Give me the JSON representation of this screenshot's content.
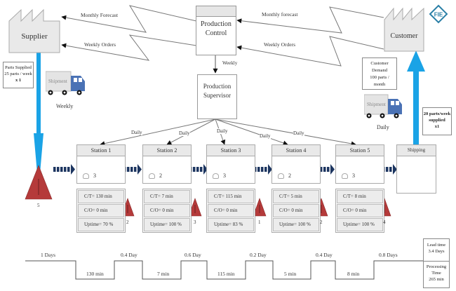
{
  "logo": {
    "text": "FIE",
    "color": "#2a7fa6"
  },
  "supplier": {
    "label": "Supplier"
  },
  "customer": {
    "label": "Customer"
  },
  "production_control": {
    "label_line1": "Production",
    "label_line2": "Control"
  },
  "production_supervisor": {
    "label_line1": "Production",
    "label_line2": "Supervisor"
  },
  "info_flows": {
    "left_monthly": "Monthly Forecast",
    "left_weekly": "Weekly Orders",
    "right_monthly": "Monthly forecast",
    "right_weekly": "Weekly Orders",
    "pc_to_ps": "Weekly",
    "daily_labels": [
      "Daily",
      "Daily",
      "Daily",
      "Daily",
      "Daily"
    ]
  },
  "supplier_note": {
    "line1": "Parts Supplied",
    "line2": "25 parts / week",
    "line3": "x 1"
  },
  "supplier_truck": {
    "label": "Shipment",
    "frequency": "Weekly"
  },
  "customer_note": {
    "line1": "Customer Demand",
    "line2": "100 parts /",
    "line3": "month"
  },
  "customer_truck": {
    "label": "Shipment",
    "frequency": "Daily"
  },
  "shipping_note": {
    "line1": "20 parts/week",
    "line2": "supplied",
    "line3": "x1"
  },
  "raw_inventory": {
    "count": "5"
  },
  "stations": [
    {
      "name": "Station 1",
      "operators": "3",
      "ct": "C/T=  130 min",
      "co": "C/O= 0 min",
      "uptime": "Uptime=  70 %",
      "inventory_after": "2"
    },
    {
      "name": "Station 2",
      "operators": "2",
      "ct": "C/T= 7 min",
      "co": "C/O= 0 min",
      "uptime": "Uptime=  100 %",
      "inventory_after": "3"
    },
    {
      "name": "Station 3",
      "operators": "3",
      "ct": "C/T= 115 min",
      "co": "C/O= 0 min",
      "uptime": "Uptime= 83 %",
      "inventory_after": "1"
    },
    {
      "name": "Station 4",
      "operators": "2",
      "ct": "C/T= 5 min",
      "co": "C/O= 0 min",
      "uptime": "Uptime= 100 %",
      "inventory_after": "2"
    },
    {
      "name": "Station 5",
      "operators": "3",
      "ct": "C/T=  8 min",
      "co": "C/O=  0 min",
      "uptime": "Uptime=  100 %",
      "inventory_after": "4"
    }
  ],
  "shipping": {
    "label": "Shipping"
  },
  "timeline": {
    "waits": [
      "1 Days",
      "0.4 Day",
      "0.6 Day",
      "0.2 Day",
      "0.4 Day",
      "0.8 Days"
    ],
    "process_times": [
      "130 min",
      "7 min",
      "115 min",
      "5 min",
      "8 min"
    ],
    "lead_time_label": "Lead time",
    "lead_time_value": "3.4 Days",
    "processing_label_1": "Processing",
    "processing_label_2": "Time",
    "processing_value": "265 min"
  },
  "colors": {
    "push_arrow": "#1c3560",
    "inventory": "#b53a3a",
    "material_arrow": "#1aa3e6",
    "truck_cab": "#4a72b5"
  }
}
